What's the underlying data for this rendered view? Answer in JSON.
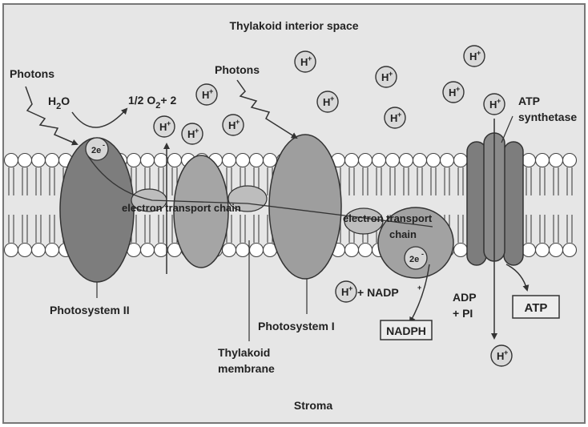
{
  "labels": {
    "interior": "Thylakoid interior space",
    "stroma": "Stroma",
    "photons_left": "Photons",
    "photons_mid": "Photons",
    "h2o_base": "H",
    "h2o_sub": "2",
    "h2o_end": "O",
    "o2_half": "1/2 O",
    "o2_sub": "2",
    "o2_plus": "+ 2",
    "two_e_label": "2e",
    "etc_left": "electron transport chain",
    "etc_right_line1": "electron transport",
    "etc_right_line2": "chain",
    "photosystem_ii": "Photosystem II",
    "photosystem_i": "Photosystem I",
    "thylakoid_line1": "Thylakoid",
    "thylakoid_line2": "membrane",
    "nadp_text": "+ NADP",
    "nadph": "NADPH",
    "adp_line1": "ADP",
    "adp_line2": "+ PI",
    "atp": "ATP",
    "atp_synth_line1": "ATP",
    "atp_synth_line2": "synthetase",
    "h_ion": "H",
    "plus": "+",
    "minus": "-"
  },
  "colors": {
    "background": "#e8e8e8",
    "frame": "#7a7a7a",
    "protein_dark": "#7d7d7d",
    "protein_mid": "#a2a2a2",
    "lipid_head": "#ffffff",
    "line": "#333333"
  }
}
